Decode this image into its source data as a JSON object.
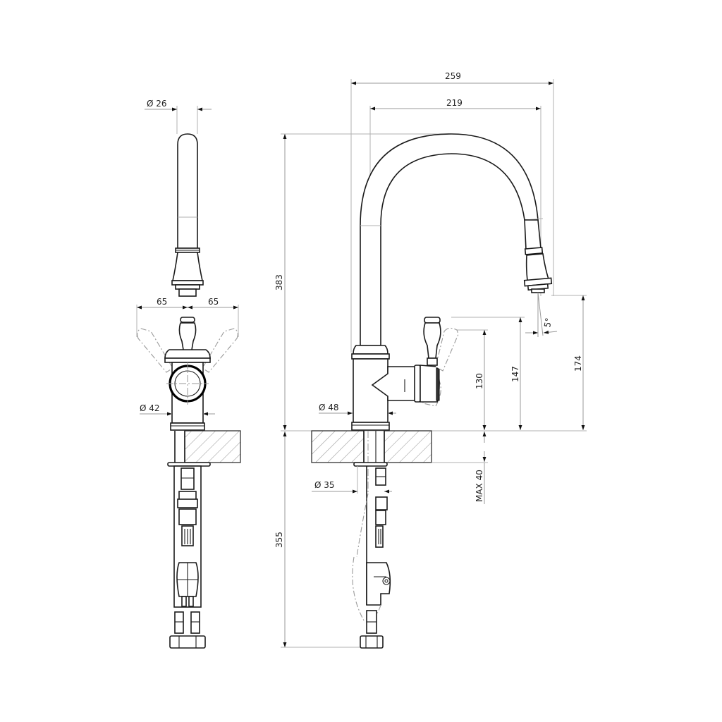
{
  "drawing": {
    "title": "Kitchen faucet technical dimension drawing",
    "views": [
      "front-view",
      "side-view"
    ],
    "units": "mm"
  },
  "front_view": {
    "spout_diameter": "Ø 26",
    "handle_reach_left": "65",
    "handle_reach_right": "65",
    "body_diameter": "Ø 42"
  },
  "side_view": {
    "overall_reach": "259",
    "spout_reach": "219",
    "overall_height": "383",
    "hose_length": "355",
    "spout_outlet_height": "174",
    "handle_height": "147",
    "lever_body_height": "130",
    "deck_thickness": "MAX 40",
    "body_diameter": "Ø 48",
    "shank_diameter": "Ø 35",
    "outlet_angle": "5°"
  },
  "colors": {
    "line": "#1a1a1a",
    "dimension": "#9a9a9a",
    "background": "#ffffff"
  }
}
